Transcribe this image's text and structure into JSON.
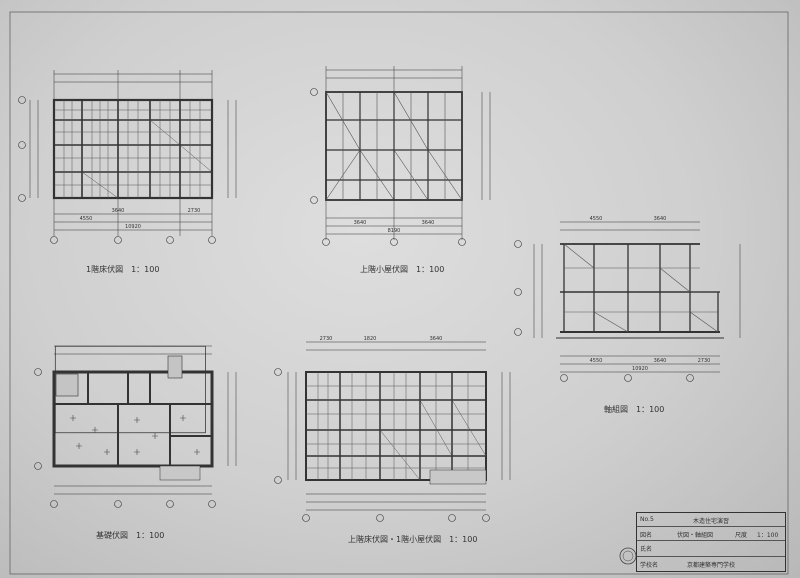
{
  "captions": {
    "first_floor": "1階床伏図　1：100",
    "roof_framing": "上階小屋伏図　1：100",
    "elevation": "軸組図　1：100",
    "foundation": "基礎伏図　1：100",
    "upper_floor": "上階床伏図・1階小屋伏図　1：100"
  },
  "title_block": {
    "no_label": "No.5",
    "project": "木造住宅演習",
    "drawing_key": "図名",
    "drawing_name": "伏図・軸組図",
    "scale_key": "尺度",
    "scale_value": "1：100",
    "name_key": "氏名",
    "school_key": "学校名",
    "school_name": "京都建築専門学校"
  },
  "dims": {
    "ff_total": "10920",
    "ff_a": "4550",
    "ff_b": "3640",
    "ff_c": "2730",
    "rf_total": "8190",
    "rf_a": "3640",
    "rf_b": "3640",
    "el_total": "10920",
    "el_a": "4550",
    "el_b": "3640",
    "el_c": "2730",
    "upper_a": "2730",
    "upper_b": "1820",
    "upper_c": "3640"
  }
}
